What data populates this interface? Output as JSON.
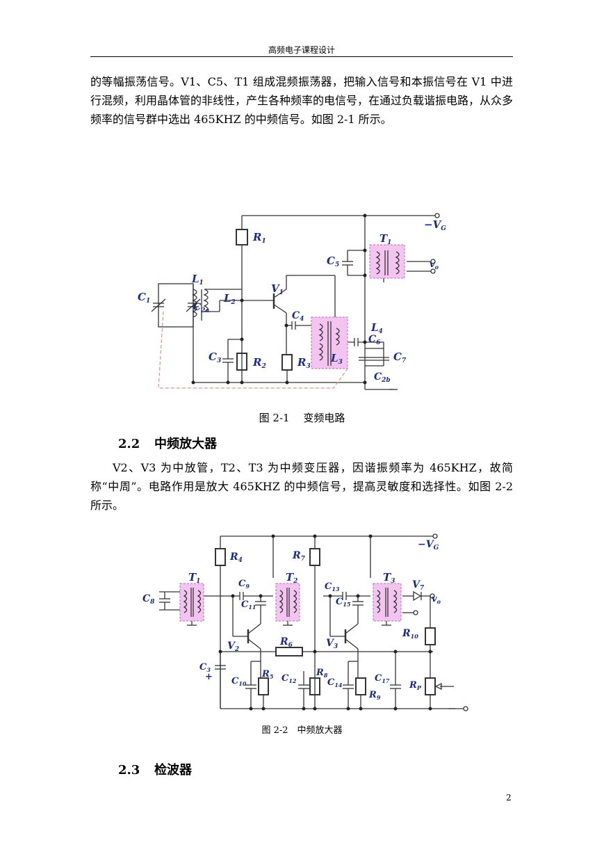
{
  "header": {
    "title": "高频电子课程设计"
  },
  "paragraphs": {
    "p1": "的等幅振荡信号。V1、C5、T1 组成混频振荡器，把输入信号和本振信号在 V1 中进行混频，利用晶体管的非线性，产生各种频率的电信号，在通过负载谐振电路，从众多频率的信号群中选出 465KHZ 的中频信号。如图 2-1 所示。",
    "p2": "V2、V3 为中放管，T2、T3 为中频变压器，因谐振频率为 465KHZ，故简称“中周”。电路作用是放大 465KHZ 的中频信号，提高灵敏度和选择性。如图 2-2 所示。"
  },
  "figure1": {
    "caption": "图 2-1　 变频电路",
    "labels": {
      "vg": "−V",
      "vg_sub": "G",
      "r1": "R",
      "r1_sub": "1",
      "t1": "T",
      "t1_sub": "1",
      "c5": "C",
      "c5_sub": "5",
      "vo": "v",
      "vo_sub": "o",
      "l1": "L",
      "l1_sub": "1",
      "c1": "C",
      "c1_sub": "1",
      "c2a": "C",
      "c2a_sub": "2a",
      "l2": "L",
      "l2_sub": "2",
      "v1": "V",
      "v1_sub": "1",
      "c4": "C",
      "c4_sub": "4",
      "l4": "L",
      "l4_sub": "4",
      "c6": "C",
      "c6_sub": "6",
      "c3": "C",
      "c3_sub": "3",
      "r2": "R",
      "r2_sub": "2",
      "r3": "R",
      "r3_sub": "3",
      "l3": "L",
      "l3_sub": "3",
      "c7": "C",
      "c7_sub": "7",
      "c2b": "C",
      "c2b_sub": "2b"
    }
  },
  "section22": {
    "number": "2.2",
    "title": "中频放大器"
  },
  "figure2": {
    "caption": "图 2-2　中频放大器",
    "labels": {
      "vg": "−V",
      "vg_sub": "G",
      "r4": "R",
      "r4_sub": "4",
      "r7": "R",
      "r7_sub": "7",
      "t1": "T",
      "t1_sub": "1",
      "t2": "T",
      "t2_sub": "2",
      "t3": "T",
      "t3_sub": "3",
      "c8": "C",
      "c8_sub": "8",
      "c9": "C",
      "c9_sub": "9",
      "c11": "C",
      "c11_sub": "11",
      "c13": "C",
      "c13_sub": "13",
      "c15": "C",
      "c15_sub": "15",
      "v7": "V",
      "v7_sub": "7",
      "vo": "v",
      "vo_sub": "o",
      "r10": "R",
      "r10_sub": "10",
      "v2": "V",
      "v2_sub": "2",
      "r6": "R",
      "r6_sub": "6",
      "v3": "V",
      "v3_sub": "3",
      "c3": "C",
      "c3_sub": "3",
      "plus": "+",
      "c10": "C",
      "c10_sub": "10",
      "r5": "R",
      "r5_sub": "5",
      "c12": "C",
      "c12_sub": "12",
      "r8": "R",
      "r8_sub": "8",
      "c14": "C",
      "c14_sub": "14",
      "r9": "R",
      "r9_sub": "9",
      "c17": "C",
      "c17_sub": "17",
      "rp": "R",
      "rp_sub": "P"
    }
  },
  "section23": {
    "number": "2.3",
    "title": "检波器"
  },
  "page_number": "2"
}
